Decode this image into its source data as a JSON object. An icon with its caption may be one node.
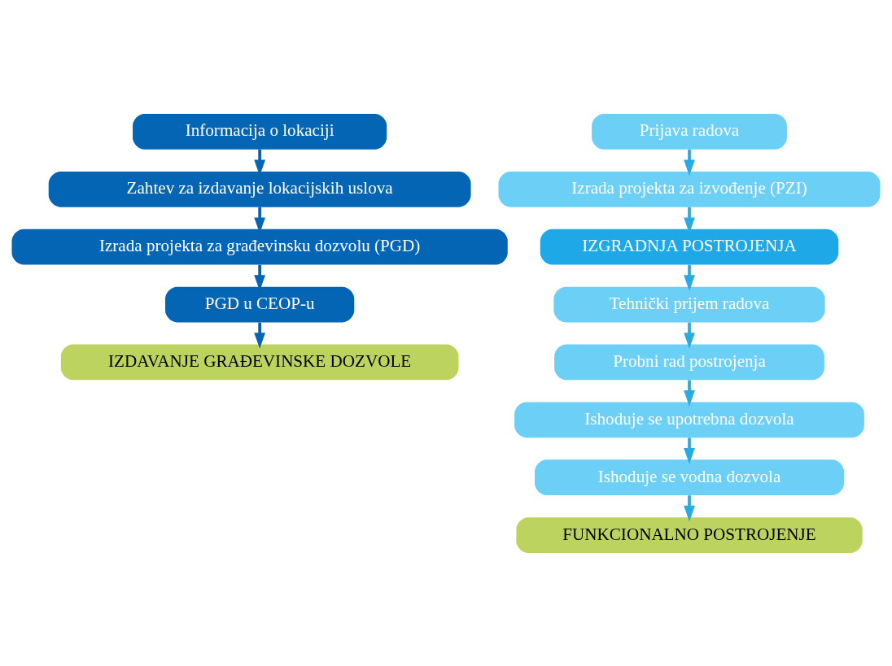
{
  "diagram": {
    "nodes": [
      {
        "text": [
          "Informacija o lokaciji"
        ]
      },
      {
        "text": [
          "Zahtev za izdavanje lokacijskih uslova"
        ]
      },
      {
        "text": [
          "Izrada projekta za građevinsku dozvolu (PGD)"
        ]
      },
      {
        "text": [
          "PGD u CEOP-u"
        ]
      },
      {
        "text": [
          "IZDAVANJE GRAĐEVINSKE DOZVOLE"
        ]
      },
      {
        "text": [
          "Prijava radova"
        ]
      },
      {
        "text": [
          "Izrada projekta za izvođenje (PZI)"
        ]
      },
      {
        "text": [
          "IZGRADNJA POSTROJENJA"
        ]
      },
      {
        "text": [
          "Tehnički prijem radova"
        ]
      },
      {
        "text": [
          "Probni rad postrojenja"
        ]
      },
      {
        "text": [
          "Ishoduje se upotrebna dozvola"
        ]
      },
      {
        "text": [
          "Ishoduje se vodna dozvola"
        ]
      },
      {
        "text": [
          "FUNKCIONALNO POSTROJENJE"
        ]
      }
    ],
    "edges": [
      {
        "from": 0,
        "to": 1,
        "arrow": "to",
        "color": "#0565b5"
      },
      {
        "from": 1,
        "to": 2,
        "arrow": "to",
        "color": "#0565b5"
      },
      {
        "from": 2,
        "to": 3,
        "arrow": "to",
        "color": "#0565b5"
      },
      {
        "from": 3,
        "to": 4,
        "arrow": "to",
        "color": "#0565b5"
      },
      {
        "from": 5,
        "to": 6,
        "arrow": "to"
      },
      {
        "from": 6,
        "to": 7,
        "arrow": "to"
      },
      {
        "from": 7,
        "to": 8,
        "arrow": "to"
      },
      {
        "from": 8,
        "to": 9,
        "arrow": "to"
      },
      {
        "from": 9,
        "to": 10,
        "arrow": "to"
      },
      {
        "from": 10,
        "to": 11,
        "arrow": "to"
      },
      {
        "from": 11,
        "to": 12,
        "arrow": "to"
      }
    ]
  }
}
